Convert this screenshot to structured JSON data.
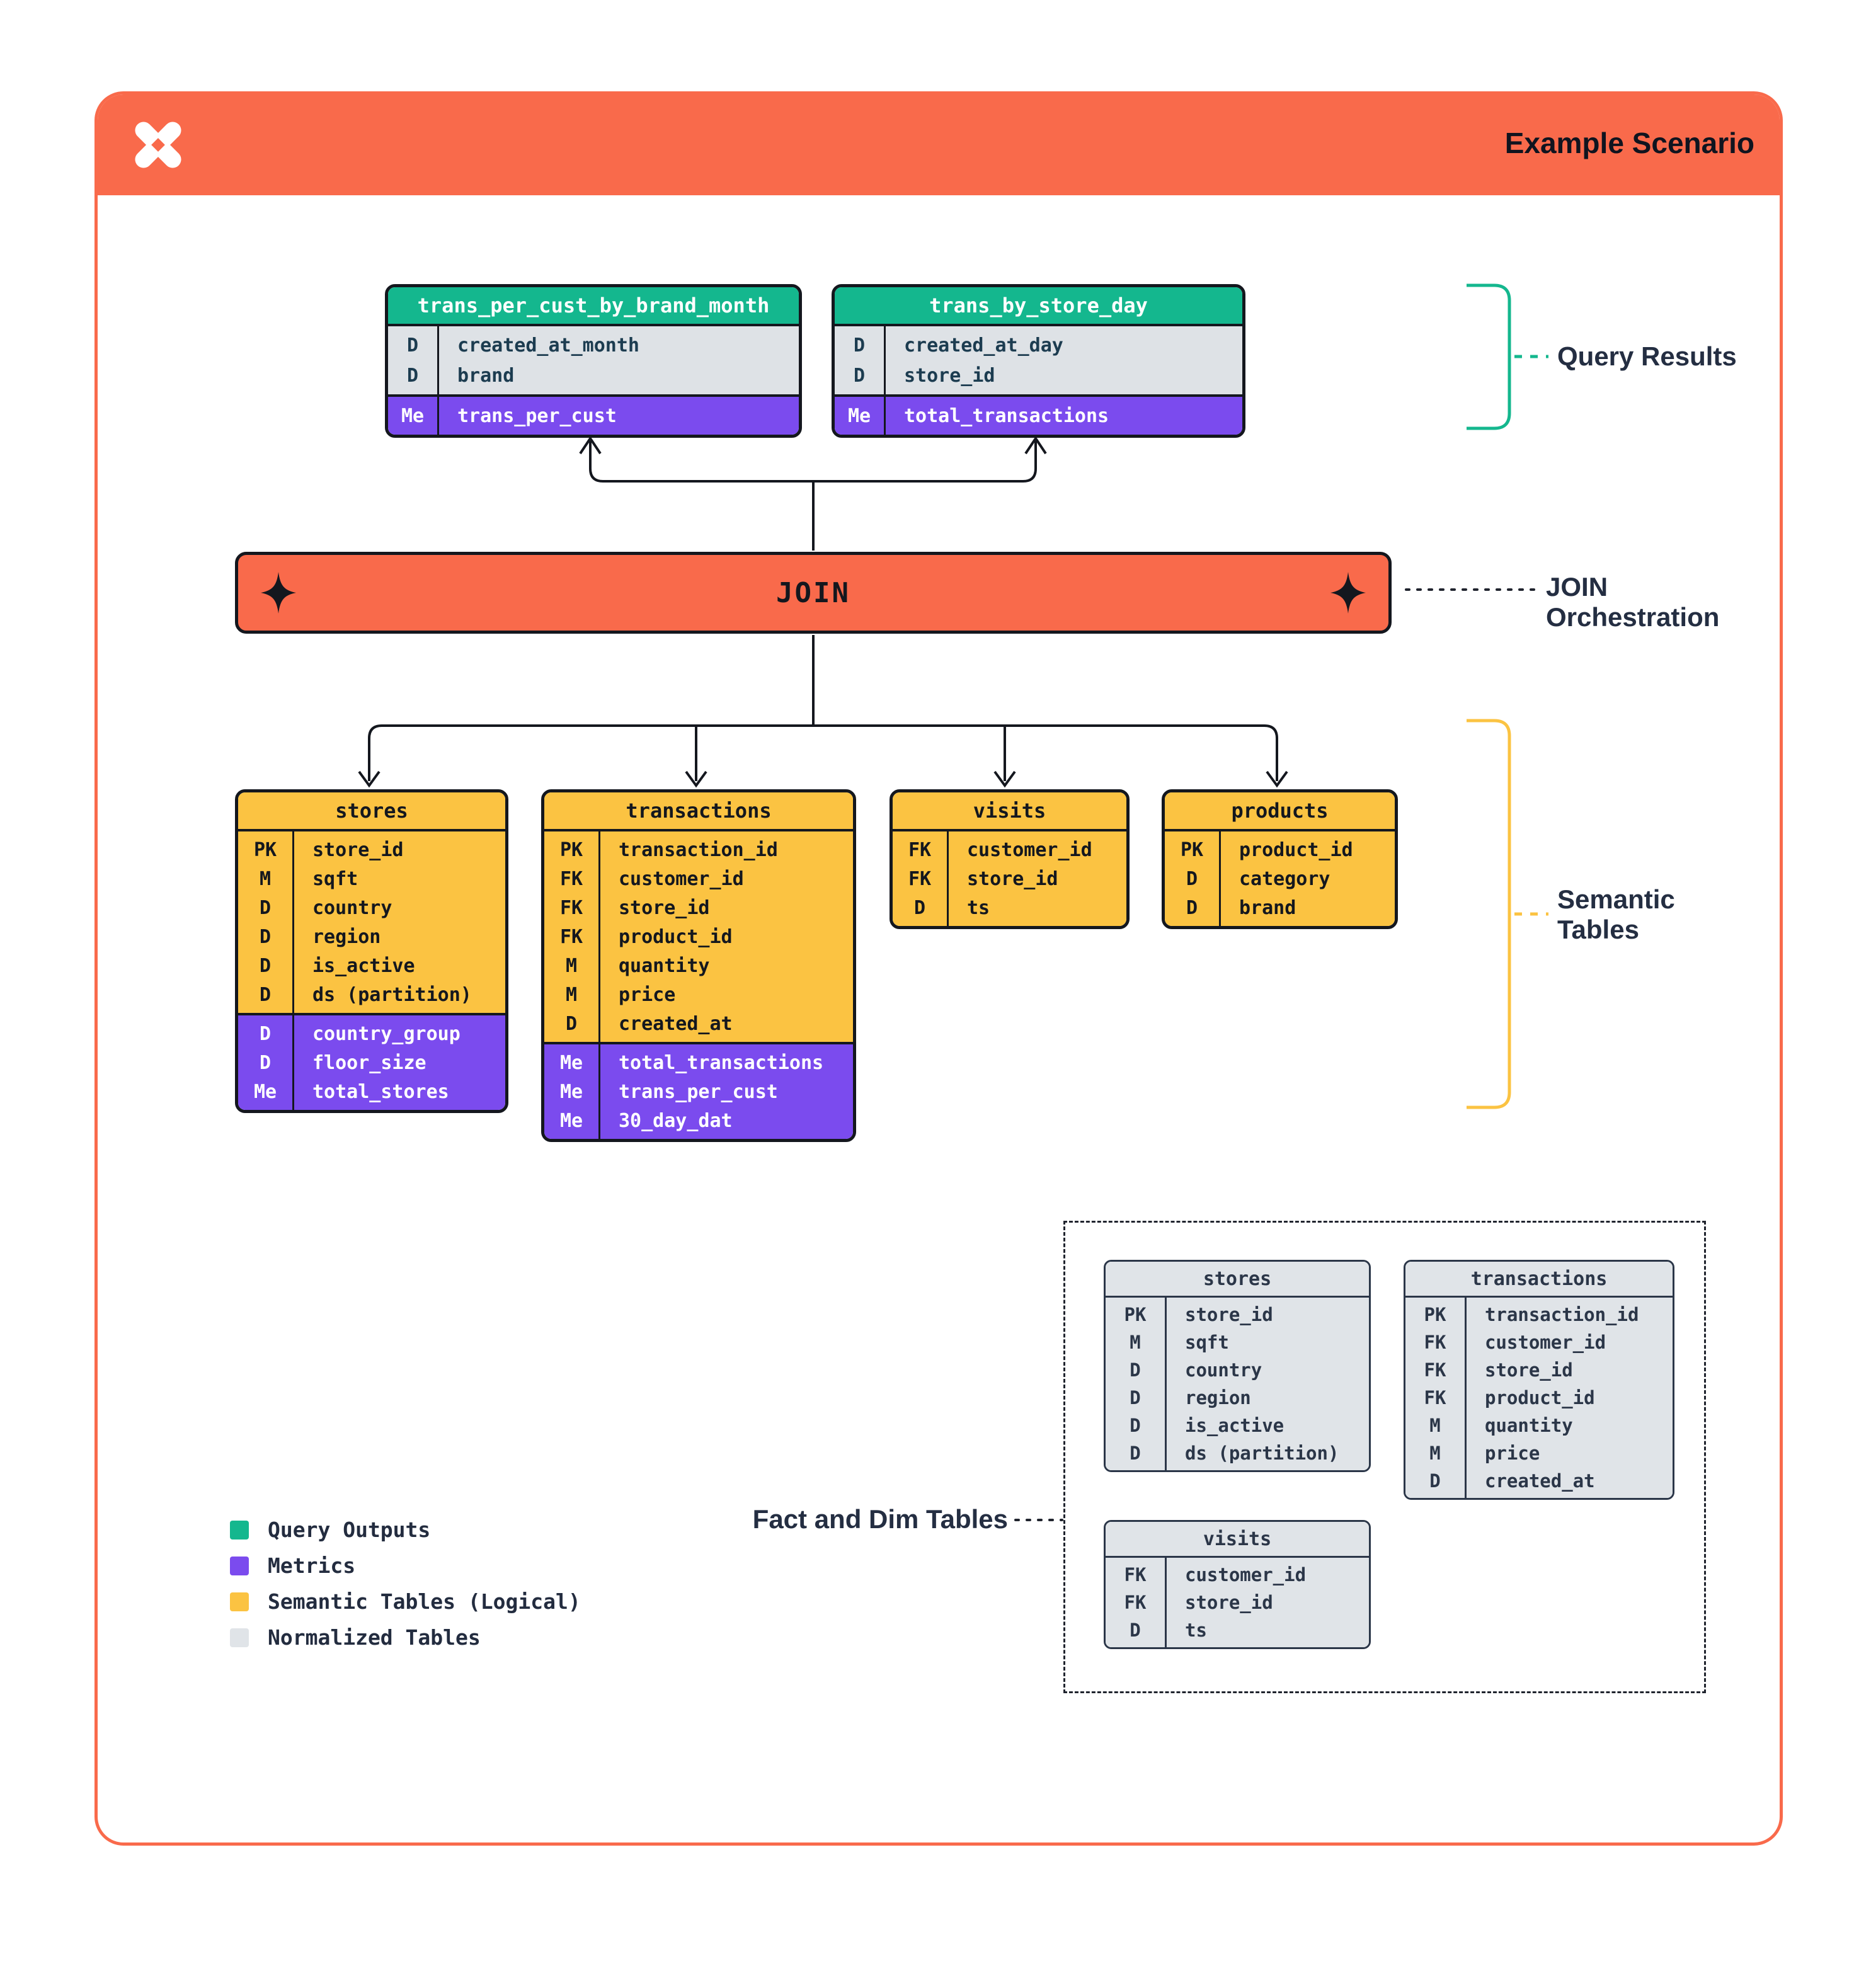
{
  "header": {
    "title": "Example Scenario",
    "logo": "dagster-logo"
  },
  "join": {
    "label": "JOIN"
  },
  "annotations": {
    "query_results": "Query Results",
    "join_line1": "JOIN",
    "join_line2": "Orchestration",
    "semantic_line1": "Semantic",
    "semantic_line2": "Tables",
    "fact_dim": "Fact and Dim Tables"
  },
  "query_tables": [
    {
      "title": "trans_per_cust_by_brand_month",
      "dims": [
        {
          "key": "D",
          "name": "created_at_month"
        },
        {
          "key": "D",
          "name": "brand"
        }
      ],
      "metrics": [
        {
          "key": "Me",
          "name": "trans_per_cust"
        }
      ]
    },
    {
      "title": "trans_by_store_day",
      "dims": [
        {
          "key": "D",
          "name": "created_at_day"
        },
        {
          "key": "D",
          "name": "store_id"
        }
      ],
      "metrics": [
        {
          "key": "Me",
          "name": "total_transactions"
        }
      ]
    }
  ],
  "semantic_tables": [
    {
      "title": "stores",
      "fields": [
        {
          "key": "PK",
          "name": "store_id"
        },
        {
          "key": "M",
          "name": "sqft"
        },
        {
          "key": "D",
          "name": "country"
        },
        {
          "key": "D",
          "name": "region"
        },
        {
          "key": "D",
          "name": "is_active"
        },
        {
          "key": "D",
          "name": "ds (partition)"
        }
      ],
      "metrics": [
        {
          "key": "D",
          "name": "country_group"
        },
        {
          "key": "D",
          "name": "floor_size"
        },
        {
          "key": "Me",
          "name": "total_stores"
        }
      ]
    },
    {
      "title": "transactions",
      "fields": [
        {
          "key": "PK",
          "name": "transaction_id"
        },
        {
          "key": "FK",
          "name": "customer_id"
        },
        {
          "key": "FK",
          "name": "store_id"
        },
        {
          "key": "FK",
          "name": "product_id"
        },
        {
          "key": "M",
          "name": "quantity"
        },
        {
          "key": "M",
          "name": "price"
        },
        {
          "key": "D",
          "name": "created_at"
        }
      ],
      "metrics": [
        {
          "key": "Me",
          "name": "total_transactions"
        },
        {
          "key": "Me",
          "name": "trans_per_cust"
        },
        {
          "key": "Me",
          "name": "30_day_dat"
        }
      ]
    },
    {
      "title": "visits",
      "fields": [
        {
          "key": "FK",
          "name": "customer_id"
        },
        {
          "key": "FK",
          "name": "store_id"
        },
        {
          "key": "D",
          "name": "ts"
        }
      ],
      "metrics": []
    },
    {
      "title": "products",
      "fields": [
        {
          "key": "PK",
          "name": "product_id"
        },
        {
          "key": "D",
          "name": "category"
        },
        {
          "key": "D",
          "name": "brand"
        }
      ],
      "metrics": []
    }
  ],
  "normalized_tables": [
    {
      "title": "stores",
      "fields": [
        {
          "key": "PK",
          "name": "store_id"
        },
        {
          "key": "M",
          "name": "sqft"
        },
        {
          "key": "D",
          "name": "country"
        },
        {
          "key": "D",
          "name": "region"
        },
        {
          "key": "D",
          "name": "is_active"
        },
        {
          "key": "D",
          "name": "ds (partition)"
        }
      ]
    },
    {
      "title": "transactions",
      "fields": [
        {
          "key": "PK",
          "name": "transaction_id"
        },
        {
          "key": "FK",
          "name": "customer_id"
        },
        {
          "key": "FK",
          "name": "store_id"
        },
        {
          "key": "FK",
          "name": "product_id"
        },
        {
          "key": "M",
          "name": "quantity"
        },
        {
          "key": "M",
          "name": "price"
        },
        {
          "key": "D",
          "name": "created_at"
        }
      ]
    },
    {
      "title": "visits",
      "fields": [
        {
          "key": "FK",
          "name": "customer_id"
        },
        {
          "key": "FK",
          "name": "store_id"
        },
        {
          "key": "D",
          "name": "ts"
        }
      ]
    }
  ],
  "legend": [
    {
      "label": "Query Outputs",
      "color": "#14B78E"
    },
    {
      "label": "Metrics",
      "color": "#7B4BEE"
    },
    {
      "label": "Semantic Tables (Logical)",
      "color": "#FBC342"
    },
    {
      "label": "Normalized Tables",
      "color": "#E0E4E8"
    }
  ],
  "colors": {
    "orange": "#F96A4B",
    "green": "#14B78E",
    "purple": "#7B4BEE",
    "yellow": "#FBC342",
    "gray_rows": "#DEE2E6",
    "normalized_gray": "#E0E4E8",
    "ink": "#14171E",
    "navy": "#2B3648",
    "label_text": "#242E42"
  }
}
